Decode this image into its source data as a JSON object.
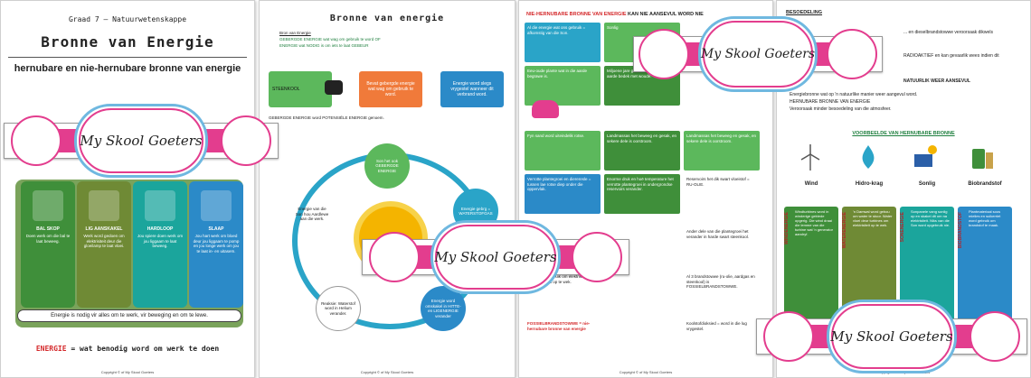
{
  "sheet1": {
    "grade": "Graad 7 – Natuurwetenskappe",
    "title": "Bronne van Energie",
    "subtitle": "hernubare en nie-hernubare bronne van energie",
    "cards": [
      {
        "title": "BAL SKOP",
        "text": "Doen werk om die bal te laat beweeg."
      },
      {
        "title": "LIG AANSKAKEL",
        "text": "Werk word gedoen om elektrisiteit deur die gloeilamp te laat vloei."
      },
      {
        "title": "HARDLOOP",
        "text": "Jou spiere doen werk om jou liggaam te laat beweeg."
      },
      {
        "title": "SLAAP",
        "text": "Jou hart werk om bloed deur jou liggaam te pomp en jou longe werk om jou te laat in- en uitasem."
      }
    ],
    "arrow_text": "Energie is nodig vir alles om te werk, vir beweging en om te lewe.",
    "formula_word": "ENERGIE",
    "formula_rest": " = wat benodig word om werk te doen",
    "copyright": "Copyright © of My Skool Goeters"
  },
  "sheet2": {
    "title": "Bronne van energie",
    "bullets": [
      "Bron van Energie",
      "GEBERGDE ENERGIE wat wag om gebruik te word OF",
      "ENERGIE wat NODIG is om iets te laat GEBEUR"
    ],
    "steenkool": "STEENKOOL",
    "box_mid": "Bevat gebergde energie wat wag om gebruik te word.",
    "box_right": "Energie word slegs vrygestel wanneer dit verbrand word.",
    "note": "GEBERGDE ENERGIE word POTENSIËLE ENERGIE genoem.",
    "node_top": "Son het ook GEBERGDE ENERGIE",
    "node_right": "Energie gebrg = WATERSTOFGAS",
    "node_bottom_right": "Energie word omskakel in HITTE- en LIGENERGIE verander",
    "node_bottom_left": "Reaksie: Waterstof word in Helium verander.",
    "side_left": "Energie van die Son hou Aardlewe aan die werk.",
    "copyright": "Copyright © of My Skool Goeters"
  },
  "sheet3": {
    "header_a": "NIE-HERNUBARE BRONNE VAN ENERGIE",
    "header_b": " KAN NIE AANSEVUL WORD NIE",
    "cells": [
      "Al die energie wat ons gebruik = afkomstig van die Son.",
      "Sonlig",
      "Eeu-oude plante wat in die aarde begrawe is.",
      "Miljoene jare gelede was baie van die aarde bedek met woude.",
      "Fyn sand word uiteindelik rotse.",
      "Landmassas het beweeg en gesak, en sekere dele is oorstroom.",
      "Verrotte plantegroei en diereresle = tussen lae rotse diep onder die oppervlak.",
      "Enorme druk en hoë temperature het verrotte plantegroei in ondergrondse reservoirs verander.",
      "Reservoirs het dik swart vloeistof = RU-OLIE.",
      "Ander dele van die plantegroei het verander in harde swart steenkool.",
      "Olie is ook gebruik om elektrisiteit in kragsentrales op te wek.",
      "Al 3 brandstowwe (ru-olie, aardgas en steenkool) is FOSSIELBRANDSTOWWE.",
      "FOSSIELBRANDSTOWWE = nie-hernubare bronne van energie",
      "Koolstofdioksied = word in die lug vrygestel."
    ],
    "copyright": "Copyright © of My Skool Goeters"
  },
  "sheet4": {
    "head": "BESOEDELING",
    "line1": "... en dieselbrandstowwe veroorsaak dikwels",
    "line2": "RADIOAKTIEF en kan gevaarlik wees indien dit",
    "line3": "NATUURLIK WEER AANSEVUL",
    "bullets": [
      "Energiebronne wat op 'n natuurlike manier weer aangevul word.",
      "HERNUBARE BRONNE VAN ENERGIE",
      "Veroorsaak minder besoedeling van die atmosfeer."
    ],
    "subhead": "VOORBEELDE VAN HERNUBARE BRONNE",
    "sources": [
      "Wind",
      "Hidro-krag",
      "Sonlig",
      "Biobrandstof"
    ],
    "columns": [
      {
        "label": "WINDENERGIE",
        "text": "Windturbines word in winderige gebiede opgerig. Die wind draai die lemme van die turbine wat 'n generator aandryf."
      },
      {
        "label": "WATERENERGIE",
        "text": "'n Damwal word gebou om water te stoor. Water vloei deur turbines om elektrisiteit op te wek."
      },
      {
        "label": "SONENERGIE",
        "text": "Sonpanele vang sonlig op en skakel dit om na elektrisiteit. Niks van die Son word opgebruik nie."
      },
      {
        "label": "BIOBRANDSTOF",
        "text": "Plantmateriaal soos mielies en suikerriet word gebruik om brandstof te maak."
      }
    ],
    "copyright": "Copyright © of My Skool Goeters"
  },
  "banner_text": "My Skool Goeters",
  "colors": {
    "pink": "#e33d8e",
    "blue": "#6fb8e0",
    "green_dark": "#3f8f3a",
    "olive": "#6f8a35",
    "teal": "#1ba59c",
    "blue_card": "#2b8ac8",
    "red": "#d4282a"
  }
}
